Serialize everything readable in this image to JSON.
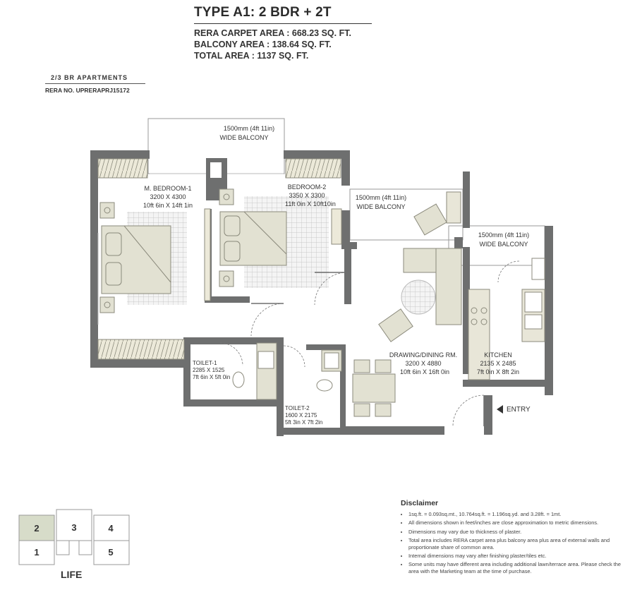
{
  "header": {
    "title": "TYPE A1: 2 BDR + 2T",
    "carpet_area": "RERA CARPET AREA : 668.23 SQ. FT.",
    "balcony_area": "BALCONY AREA : 138.64 SQ. FT.",
    "total_area": "TOTAL AREA :  1137 SQ. FT."
  },
  "project": {
    "apartment_type": "2/3 BR APARTMENTS",
    "rera_no": "RERA NO. UPRERAPRJ15172"
  },
  "rooms": {
    "balcony_top": {
      "line1": "1500mm (4ft 11in)",
      "line2": "WIDE BALCONY"
    },
    "balcony_mid": {
      "line1": "1500mm (4ft 11in)",
      "line2": "WIDE BALCONY"
    },
    "balcony_right": {
      "line1": "1500mm (4ft 11in)",
      "line2": "WIDE BALCONY"
    },
    "master_bedroom": {
      "name": "M. BEDROOM-1",
      "mm": "3200 X 4300",
      "ft": "10ft 6in X 14ft 1in"
    },
    "bedroom_2": {
      "name": "BEDROOM-2",
      "mm": "3350 X 3300",
      "ft": "11ft 0in X 10ft10in"
    },
    "drawing_dining": {
      "name": "DRAWING/DINING RM.",
      "mm": "3200 X 4880",
      "ft": "10ft 6in X 16ft 0in"
    },
    "kitchen": {
      "name": "KITCHEN",
      "mm": "2135 X 2485",
      "ft": "7ft 0in X 8ft 2in"
    },
    "toilet_1": {
      "name": "TOILET-1",
      "mm": "2285 X 1525",
      "ft": "7ft 6in X 5ft 0in"
    },
    "toilet_2": {
      "name": "TOILET-2",
      "mm": "1600 X 2175",
      "ft": "5ft 3in X 7ft 2in"
    },
    "entry": "ENTRY"
  },
  "key_plan": {
    "units": [
      "1",
      "2",
      "3",
      "4",
      "5"
    ],
    "highlighted_unit": "2",
    "label": "LIFE",
    "highlight_color": "#d7dcc9"
  },
  "disclaimer": {
    "title": "Disclaimer",
    "items": [
      "1sq.ft. = 0.093sq.mt., 10.764sq.ft. = 1.196sq.yd. and 3.28ft. = 1mt.",
      "All dimensions shown in feet/inches are close approximation to metric dimensions.",
      "Dimensions may vary due to thickness of plaster.",
      "Total area includes RERA carpet area plus balcony area plus area of external walls and proportionate share of common area.",
      "Internal dimensions may vary after finishing plaster/tiles etc.",
      "Some units may have different area including additional lawn/terrace area. Please check the area with the Marketing team at the time of purchase."
    ]
  },
  "colors": {
    "wall": "#6e6f6f",
    "furniture": "#e2e1d2",
    "furniture_stroke": "#8b8a7c",
    "rug": "#cfcfcf"
  }
}
